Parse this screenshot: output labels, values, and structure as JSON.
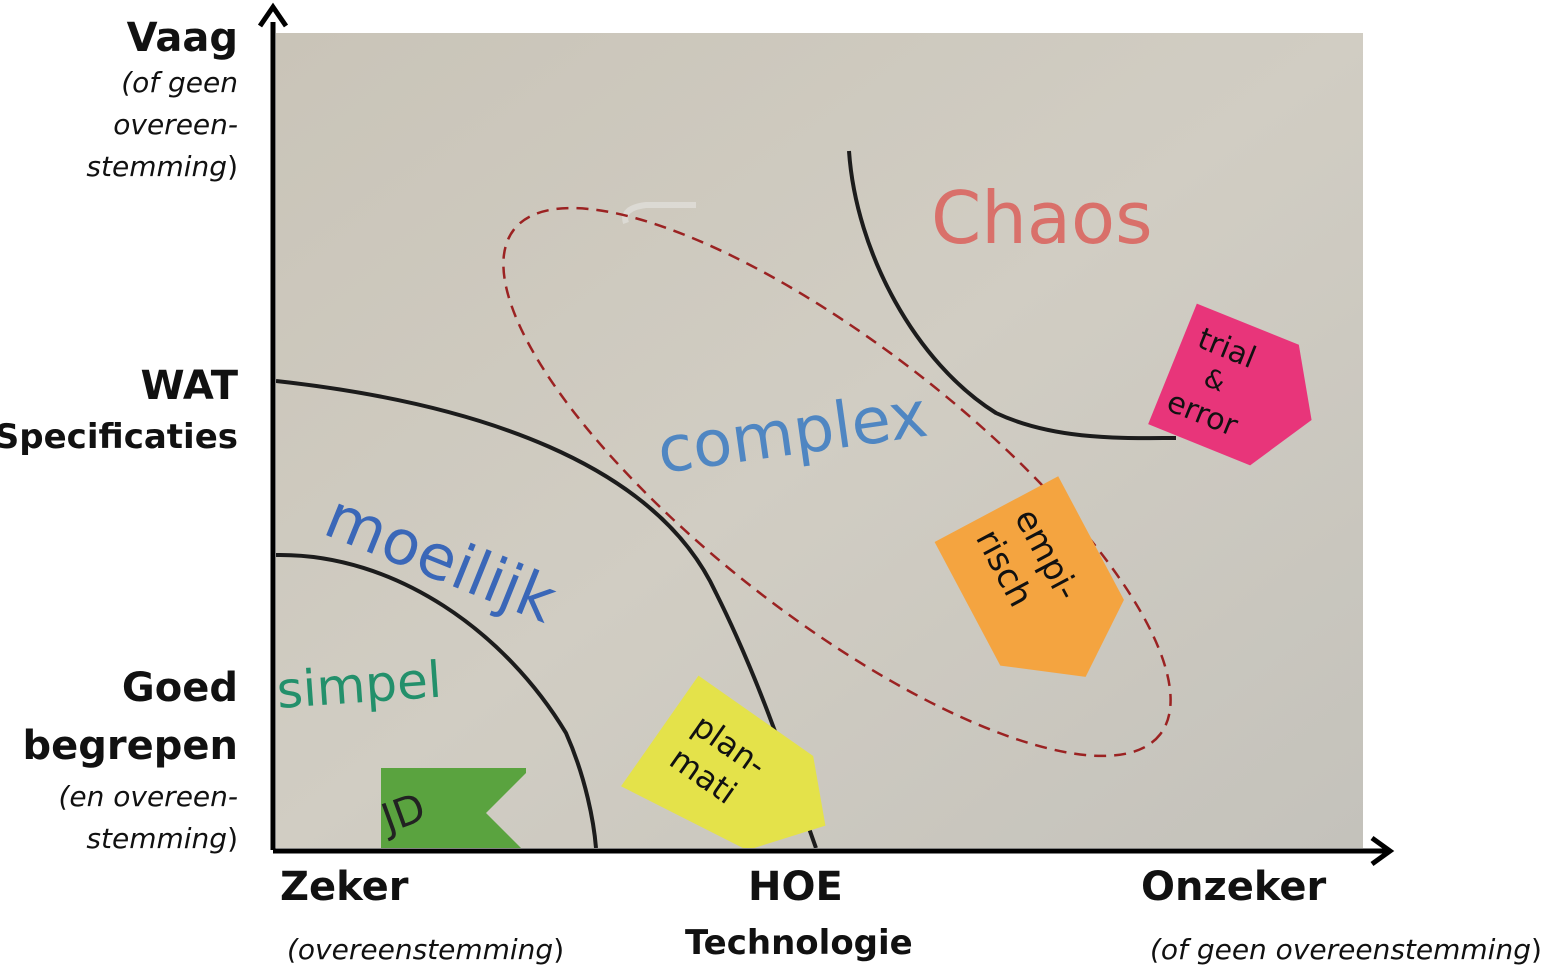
{
  "y_axis": {
    "top": {
      "title": "Vaag",
      "note_line1": "(of geen",
      "note_line2": "overeen-",
      "note_line3": "stemming",
      "note_close": ")"
    },
    "middle": {
      "title": "WAT",
      "subtitle": "Specificaties"
    },
    "bottom": {
      "title_line1": "Goed",
      "title_line2": "begrepen",
      "note_line1": "(en overeen-",
      "note_line2": "stemming",
      "note_close": ")"
    }
  },
  "x_axis": {
    "left": {
      "title": "Zeker",
      "note": "(overeenstemming",
      "note_close": ")"
    },
    "middle": {
      "title": "HOE",
      "subtitle": "Technologie"
    },
    "right": {
      "title": "Onzeker",
      "note": "(of geen overeenstemming",
      "note_close": ")"
    }
  },
  "board": {
    "zones": {
      "chaos": "Chaos",
      "complex": "complex",
      "moeilijk": "moeilijk",
      "simpel": "simpel"
    },
    "sticky_notes": [
      {
        "text_line1": "trial",
        "text_line2": "&",
        "text_line3": "error",
        "color": "#e8357a"
      },
      {
        "text_line1": "empi-",
        "text_line2": "risch",
        "color": "#f4a440"
      },
      {
        "text_line1": "plan-",
        "text_line2": "mati",
        "color": "#e4e24a"
      },
      {
        "text_line1": "JD",
        "color": "#5aa33f"
      }
    ],
    "colors": {
      "board": "#cdc9bf",
      "chaos_text": "#d9706a",
      "complex_text": "#4f86c2",
      "moeilijk_text": "#3a67b8",
      "simpel_text": "#23906b",
      "dashed_ellipse": "#9b2222",
      "marker_lines": "#1c1c1c"
    }
  }
}
